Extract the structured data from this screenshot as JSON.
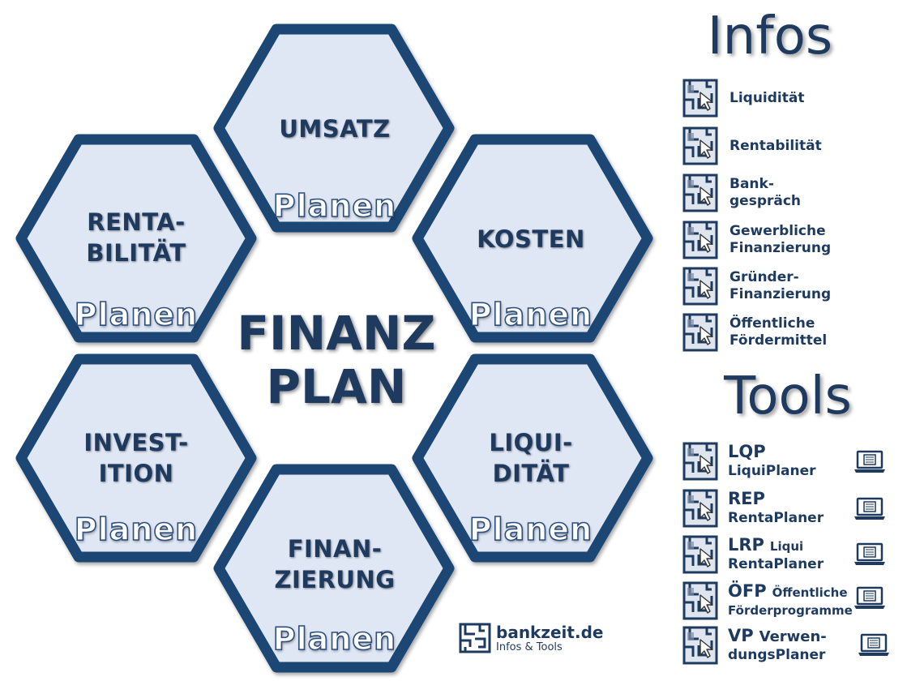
{
  "colors": {
    "hex_fill": "#dfe6f4",
    "hex_stroke": "#1f4775",
    "text": "#1e3a5f"
  },
  "diagram": {
    "center_line1": "FINANZ",
    "center_line2": "PLAN",
    "plan_label": "Planen",
    "hexes": [
      {
        "id": "umsatz",
        "line1": "UMSATZ",
        "line2": ""
      },
      {
        "id": "rentabilitaet",
        "line1": "RENTA-",
        "line2": "BILITÄT"
      },
      {
        "id": "kosten",
        "line1": "KOSTEN",
        "line2": ""
      },
      {
        "id": "investition",
        "line1": "INVEST-",
        "line2": "ITION"
      },
      {
        "id": "liquiditaet",
        "line1": "LIQUI-",
        "line2": "DITÄT"
      },
      {
        "id": "finanzierung",
        "line1": "FINAN-",
        "line2": "ZIERUNG"
      }
    ]
  },
  "infos": {
    "heading": "Infos",
    "items": [
      {
        "line1": "Liquidität",
        "line2": ""
      },
      {
        "line1": "Rentabilität",
        "line2": ""
      },
      {
        "line1": "Bank-",
        "line2": "gespräch"
      },
      {
        "line1": "Gewerbliche",
        "line2": "Finanzierung"
      },
      {
        "line1": "Gründer-",
        "line2": "Finanzierung"
      },
      {
        "line1": "Öffentliche",
        "line2": "Fördermittel"
      }
    ]
  },
  "tools": {
    "heading": "Tools",
    "items": [
      {
        "code": "LQP",
        "rest": "",
        "line2": "LiquiPlaner"
      },
      {
        "code": "REP",
        "rest": "",
        "line2": "RentaPlaner"
      },
      {
        "code": "LRP",
        "rest": "Liqui",
        "line2": "RentaPlaner"
      },
      {
        "code": "ÖFP",
        "rest": "Öffentliche",
        "line2": "Förderprogramme"
      },
      {
        "code": "VP",
        "rest": "Verwen-",
        "line2": "dungsPlaner"
      }
    ]
  },
  "brand": {
    "name": "bankzeit.de",
    "tagline": "Infos & Tools"
  }
}
